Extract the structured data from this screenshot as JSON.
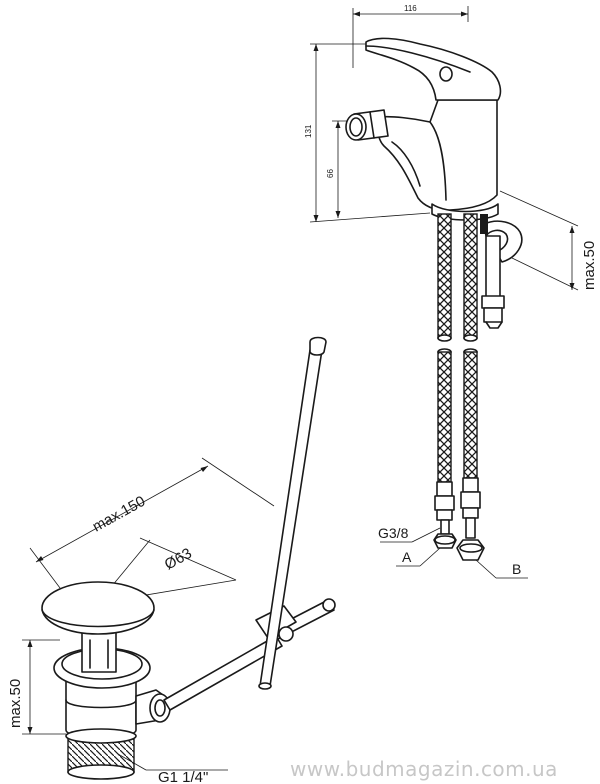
{
  "labels": {
    "faucet_width": "116",
    "faucet_height": "131",
    "spout_height": "66",
    "faucet_max_thickness": "max.50",
    "thread_connection": "G3/8",
    "hose_a": "A",
    "hose_b": "B",
    "drain_max_length": "max.150",
    "drain_diameter": "Ø63",
    "drain_max_thickness": "max.50",
    "drain_thread": "G1 1/4\""
  },
  "watermark": "www.budmagazin.com.ua"
}
